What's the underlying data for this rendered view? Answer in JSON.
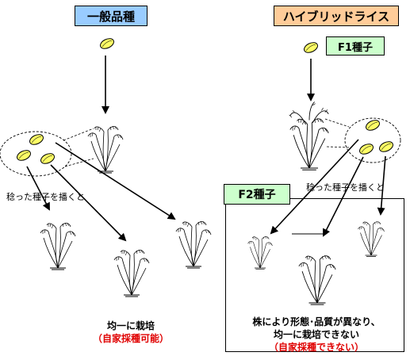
{
  "left": {
    "header": "一般品種",
    "header_color": "#99ccff",
    "sow_label": "稔った種子を播くと",
    "result_line1": "均一に栽培",
    "result_line2": "（自家採種可能）"
  },
  "right": {
    "header": "ハイブリッドライス",
    "header_color": "#ffcc99",
    "f1_label": "F1種子",
    "f1_color": "#ccffcc",
    "sow_label": "稔った種子を播くと",
    "f2_label": "F2種子",
    "f2_color": "#ccffcc",
    "result_line1": "株により形態･品質が異なり、",
    "result_line2": "均一に栽培できない",
    "result_line3": "（自家採種できない）"
  },
  "colors": {
    "seed": "#ffff66",
    "accent_red": "#e00000"
  },
  "icons": [
    "rice-seed-icon",
    "rice-plant-icon"
  ]
}
